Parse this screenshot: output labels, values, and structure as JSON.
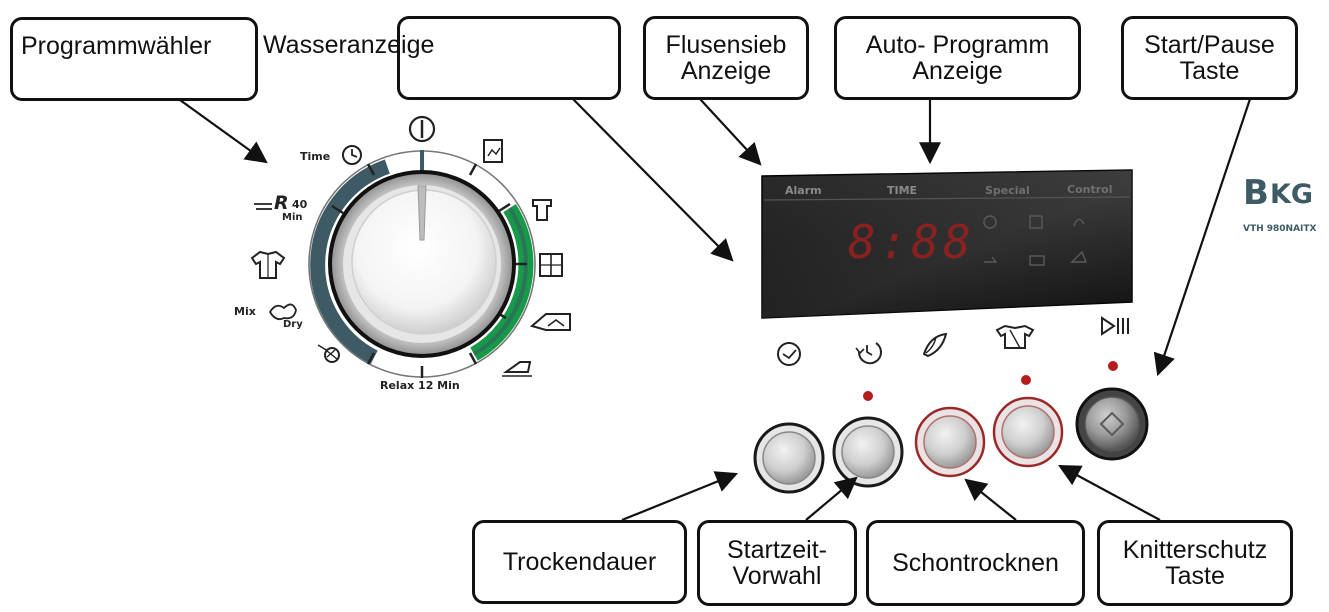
{
  "callouts": {
    "programmwaehler": "Programmwähler",
    "wasseranzeige": "Wasseranzeige",
    "flusensieb_1": "Flusensieb",
    "flusensieb_2": "Anzeige",
    "auto_programm_1": "Auto- Programm",
    "auto_programm_2": "Anzeige",
    "start_pause_1": "Start/Pause",
    "start_pause_2": "Taste",
    "trockendauer": "Trockendauer",
    "startzeit_1": "Startzeit-",
    "startzeit_2": "Vorwahl",
    "schontrocknen": "Schontrocknen",
    "knitterschutz_1": "Knitterschutz",
    "knitterschutz_2": "Taste"
  },
  "dial": {
    "time_label": "Time",
    "r_label": "R",
    "r_number": "40",
    "r_unit": "Min",
    "mix_label": "Mix",
    "dry_label": "Dry",
    "relax_label": "Relax 12 Min"
  },
  "display": {
    "alarm_label": "Alarm",
    "time_label": "TIME",
    "special_label": "Special",
    "control_label": "Control",
    "digits": "8:88"
  },
  "brand": {
    "logo_mark": "B",
    "logo_text": "KG",
    "model": "VTH 980NAITX"
  },
  "colors": {
    "dark_arc": "#3e5a64",
    "green_arc": "#169a48",
    "led_red": "#b51c1c",
    "digit_red": "#a82020",
    "display_dark": "#1a1a1a"
  },
  "icons": {
    "dial_top": "power-icon",
    "buttons": [
      "clock-icon",
      "timer-delay-icon",
      "feather-icon",
      "shirt-iron-icon",
      "play-pause-icon"
    ]
  }
}
